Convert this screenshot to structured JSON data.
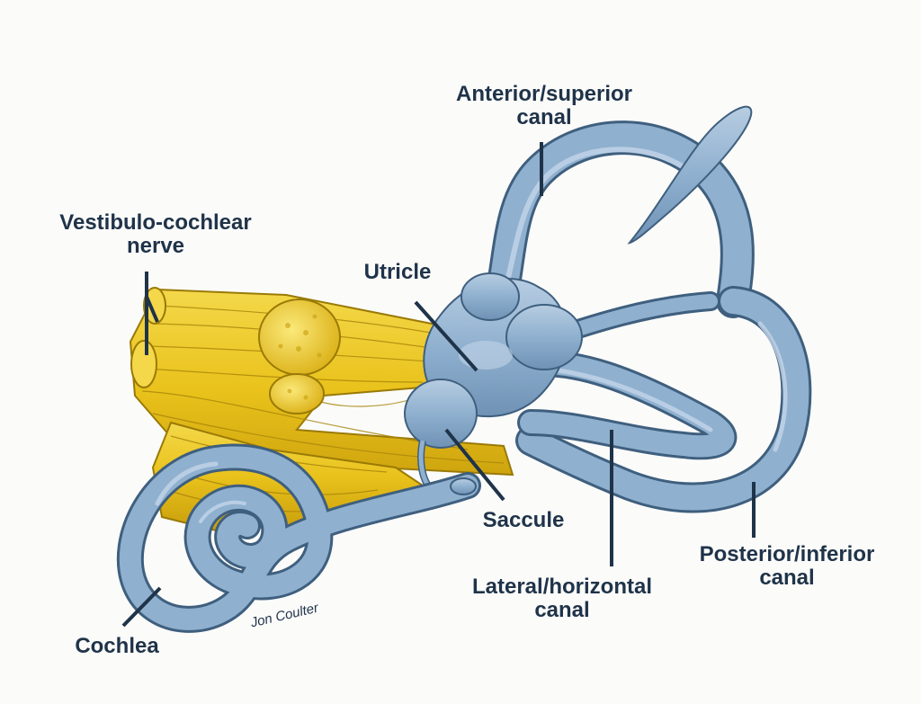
{
  "colors": {
    "background": "#fbfbfa",
    "labyrinth_fill": "#8fb0cf",
    "labyrinth_outline": "#3f5f7e",
    "nerve_fill": "#e9c21b",
    "nerve_outline": "#9a7a06",
    "label_text": "#1f3349"
  },
  "labels": {
    "anterior": [
      "Anterior/superior",
      "canal"
    ],
    "vestibulo": [
      "Vestibulo-cochlear",
      "nerve"
    ],
    "utricle": [
      "Utricle"
    ],
    "saccule": [
      "Saccule"
    ],
    "lateral": [
      "Lateral/horizontal",
      "canal"
    ],
    "posterior": [
      "Posterior/inferior",
      "canal"
    ],
    "cochlea": [
      "Cochlea"
    ]
  },
  "signature": "Jon Coulter"
}
